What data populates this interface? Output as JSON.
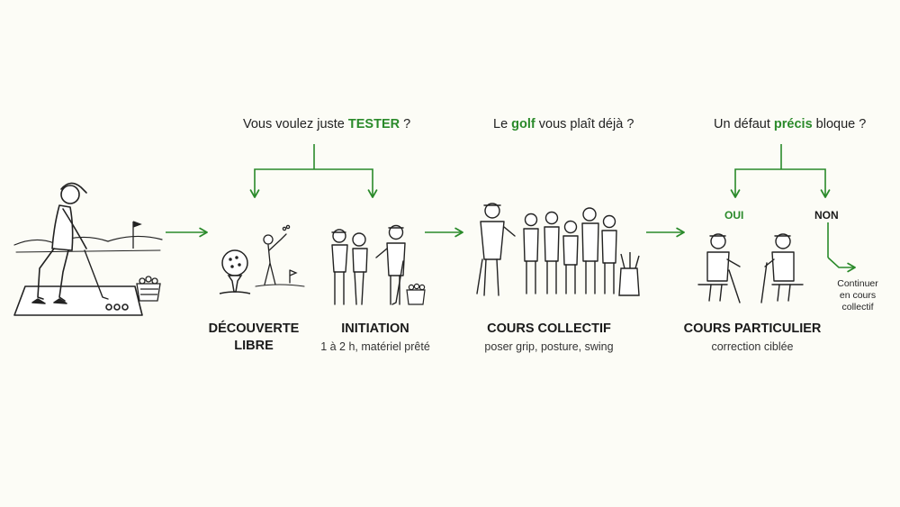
{
  "colors": {
    "accent": "#2a8a2a",
    "ink": "#1f1f1f",
    "background": "#fcfcf6"
  },
  "questions": {
    "q1": {
      "before": "Vous voulez juste ",
      "highlight": "TESTER",
      "after": " ?"
    },
    "q2": {
      "before": "Le ",
      "highlight": "golf",
      "after": " vous plaît déjà ?"
    },
    "q3": {
      "before": "Un défaut ",
      "highlight": "précis",
      "after": " bloque ?"
    }
  },
  "steps": {
    "decouverte": {
      "title_line1": "DÉCOUVERTE",
      "title_line2": "LIBRE"
    },
    "initiation": {
      "title": "INITIATION",
      "subtitle": "1 à 2 h, matériel prêté"
    },
    "collectif": {
      "title": "COURS COLLECTIF",
      "subtitle": "poser grip, posture, swing"
    },
    "particulier": {
      "title": "COURS PARTICULIER",
      "subtitle": "correction ciblée"
    }
  },
  "branches": {
    "yes": "OUI",
    "no": "NON",
    "no_outcome_line1": "Continuer",
    "no_outcome_line2": "en cours",
    "no_outcome_line3": "collectif"
  },
  "icons": [
    "golfer-on-mat-icon",
    "golf-flag-icon",
    "ball-basket-icon",
    "golf-ball-on-tee-icon",
    "swinging-golfer-icon",
    "instructor-with-two-students-icon",
    "instructor-with-group-icon",
    "golf-bag-icon",
    "instructor-with-one-student-icon",
    "arrow-right-icon",
    "arrow-down-icon"
  ]
}
